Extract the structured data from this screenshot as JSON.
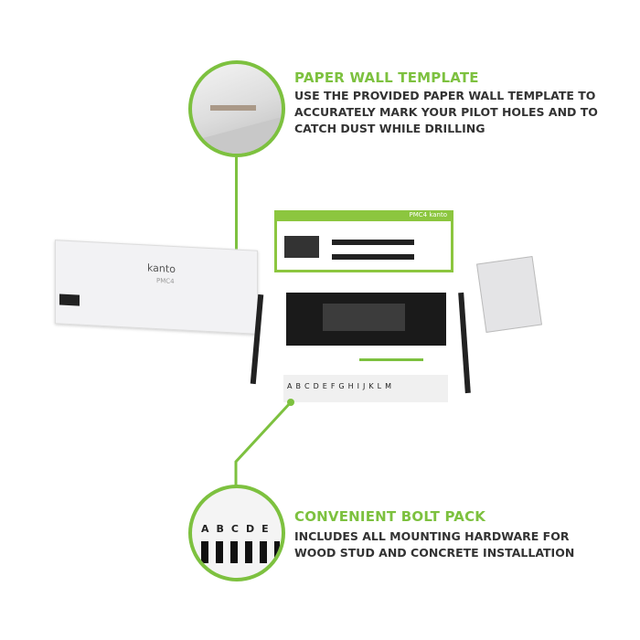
{
  "colors": {
    "accent": "#7dc13f",
    "text": "#333333"
  },
  "features": [
    {
      "title": "PAPER WALL TEMPLATE",
      "lines": [
        "USE THE PROVIDED PAPER WALL TEMPLATE TO",
        "ACCURATELY MARK YOUR PILOT HOLES AND TO",
        "CATCH DUST WHILE DRILLING"
      ]
    },
    {
      "title": "CONVENIENT BOLT PACK",
      "lines": [
        "INCLUDES ALL MOUNTING HARDWARE FOR",
        "WOOD STUD AND CONCRETE INSTALLATION"
      ]
    }
  ],
  "template": {
    "brand": "kanto",
    "model": "PMC4"
  },
  "box": {
    "brand": "kanto",
    "model": "PMC4"
  },
  "bolt_letters": [
    "A",
    "B",
    "C",
    "D",
    "E",
    "F",
    "G",
    "H",
    "I",
    "J",
    "K",
    "L",
    "M"
  ],
  "zoom_letters": [
    "A",
    "B",
    "C",
    "D",
    "E"
  ]
}
